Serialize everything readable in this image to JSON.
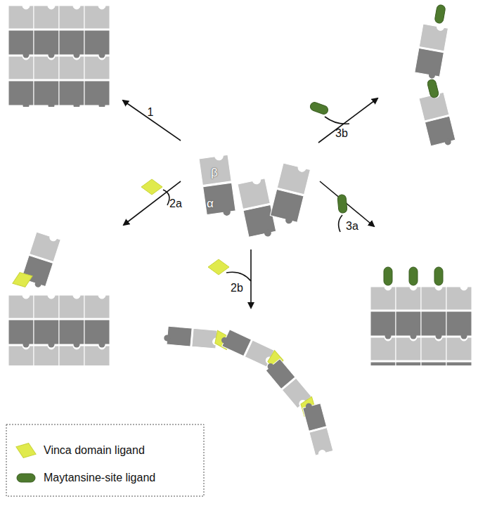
{
  "diagram": {
    "labels": [
      "1",
      "2a",
      "2b",
      "3a",
      "3b",
      "β",
      "α"
    ],
    "legend": [
      {
        "text": "Vinca domain ligand"
      },
      {
        "text": "Maytansine-site ligand"
      }
    ]
  }
}
